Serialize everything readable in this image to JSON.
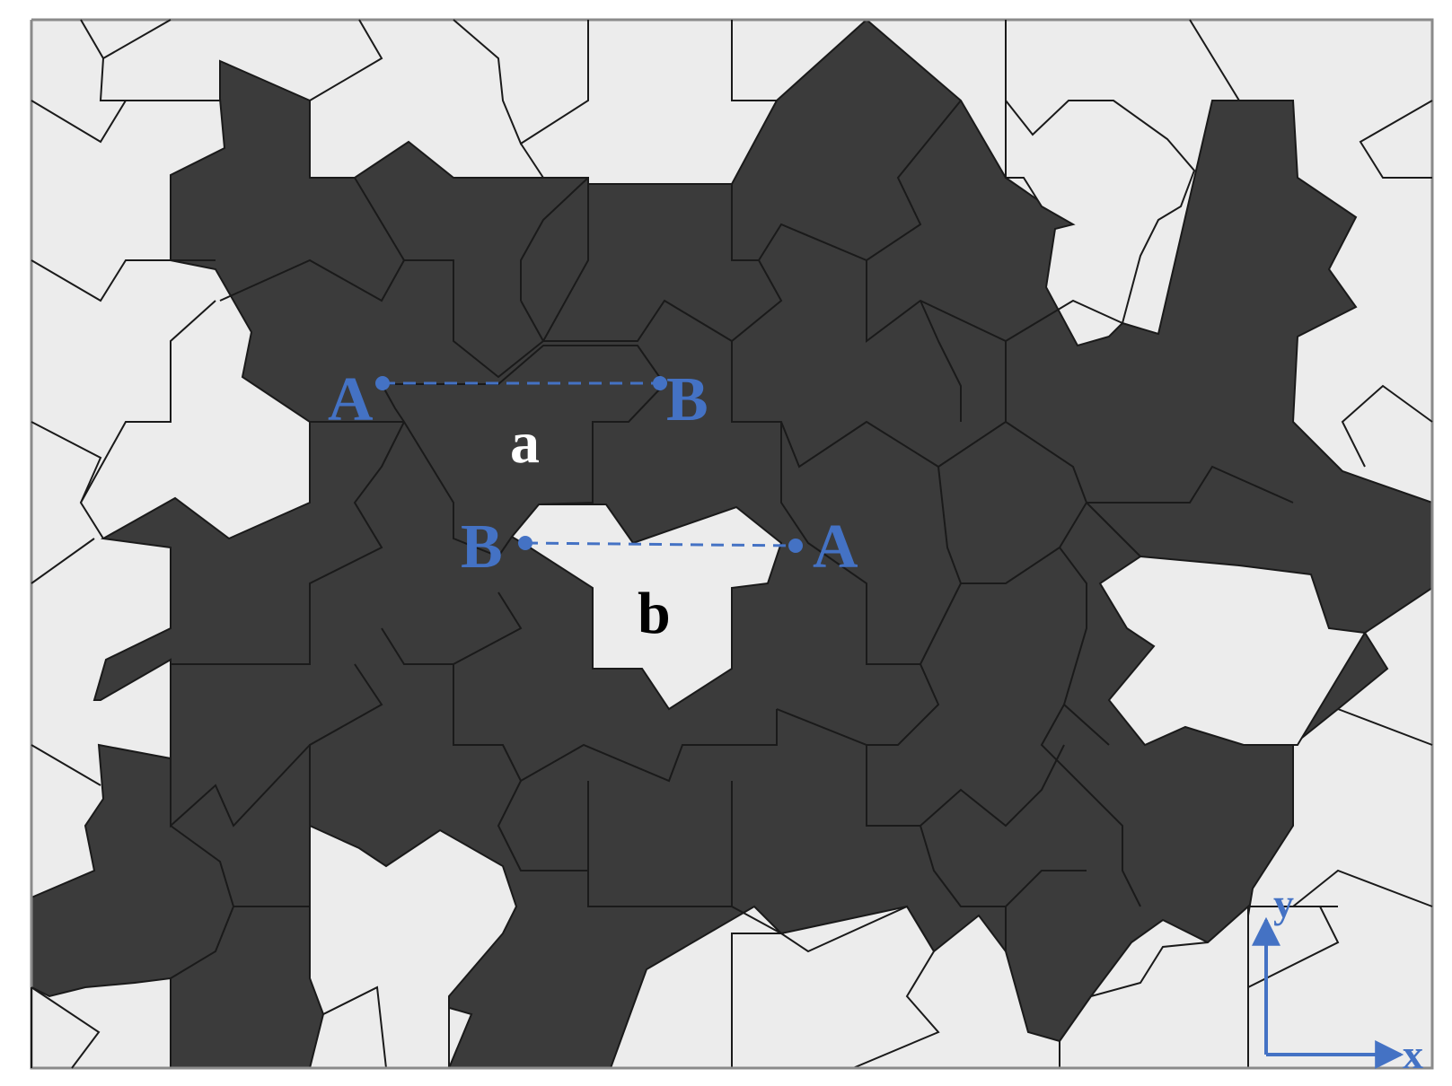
{
  "diagram": {
    "colors": {
      "dark_tile": "#3b3b3b",
      "light_tile": "#ececec",
      "outline": "#1a1a1a",
      "frame": "#8a8a8a",
      "accent": "#4472c4",
      "label_light": "#ffffff",
      "label_dark": "#000000"
    },
    "tile_a_label": "a",
    "tile_b_label": "b",
    "edge_ab_top": {
      "start_label": "A",
      "end_label": "B"
    },
    "edge_ba_mid": {
      "start_label": "B",
      "end_label": "A"
    },
    "axes": {
      "x_label": "x",
      "y_label": "y"
    }
  }
}
